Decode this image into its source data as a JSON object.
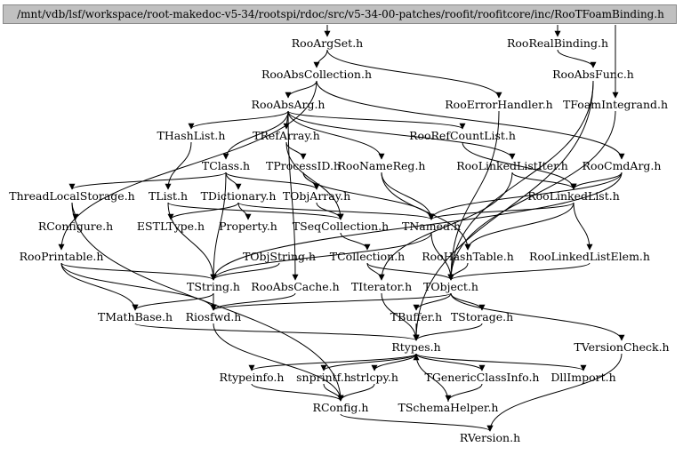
{
  "root": "/mnt/vdb/lsf/workspace/root-makedoc-v5-34/rootspi/rdoc/src/v5-34-00-patches/roofit/roofitcore/inc/RooTFoamBinding.h",
  "nodes": {
    "RooArgSet": "RooArgSet.h",
    "RooRealBinding": "RooRealBinding.h",
    "RooAbsCollection": "RooAbsCollection.h",
    "RooAbsFunc": "RooAbsFunc.h",
    "RooAbsArg": "RooAbsArg.h",
    "RooErrorHandler": "RooErrorHandler.h",
    "TFoamIntegrand": "TFoamIntegrand.h",
    "THashList": "THashList.h",
    "TRefArray": "TRefArray.h",
    "RooRefCountList": "RooRefCountList.h",
    "TClass": "TClass.h",
    "TProcessID": "TProcessID.h",
    "RooNameReg": "RooNameReg.h",
    "RooLinkedListIter": "RooLinkedListIter.h",
    "RooCmdArg": "RooCmdArg.h",
    "ThreadLocalStorage": "ThreadLocalStorage.h",
    "TList": "TList.h",
    "TDictionary": "TDictionary.h",
    "TObjArray": "TObjArray.h",
    "RooLinkedList": "RooLinkedList.h",
    "RConfigure": "RConfigure.h",
    "ESTLType": "ESTLType.h",
    "Property": "Property.h",
    "TSeqCollection": "TSeqCollection.h",
    "TNamed": "TNamed.h",
    "RooPrintable": "RooPrintable.h",
    "TObjString": "TObjString.h",
    "TCollection": "TCollection.h",
    "RooHashTable": "RooHashTable.h",
    "RooLinkedListElem": "RooLinkedListElem.h",
    "TString": "TString.h",
    "RooAbsCache": "RooAbsCache.h",
    "TIterator": "TIterator.h",
    "TObject": "TObject.h",
    "TMathBase": "TMathBase.h",
    "Riosfwd": "Riosfwd.h",
    "TBuffer": "TBuffer.h",
    "TStorage": "TStorage.h",
    "Rtypes": "Rtypes.h",
    "TVersionCheck": "TVersionCheck.h",
    "Rtypeinfo": "Rtypeinfo.h",
    "snprintf": "snprintf.h",
    "strlcpy": "strlcpy.h",
    "TGenericClassInfo": "TGenericClassInfo.h",
    "DllImport": "DllImport.h",
    "RConfig": "RConfig.h",
    "TSchemaHelper": "TSchemaHelper.h",
    "RVersion": "RVersion.h"
  },
  "edges": [
    [
      "ROOT",
      "RooArgSet"
    ],
    [
      "ROOT",
      "RooRealBinding"
    ],
    [
      "ROOT",
      "TFoamIntegrand"
    ],
    [
      "RooArgSet",
      "RooAbsCollection"
    ],
    [
      "RooArgSet",
      "RooErrorHandler"
    ],
    [
      "RooRealBinding",
      "RooAbsFunc"
    ],
    [
      "RooAbsCollection",
      "RooAbsArg"
    ],
    [
      "RooAbsCollection",
      "RooPrintable"
    ],
    [
      "RooAbsCollection",
      "RooCmdArg"
    ],
    [
      "RooAbsFunc",
      "TObject"
    ],
    [
      "RooAbsFunc",
      "Rtypes"
    ],
    [
      "RooAbsArg",
      "THashList"
    ],
    [
      "RooAbsArg",
      "TRefArray"
    ],
    [
      "RooAbsArg",
      "RooRefCountList"
    ],
    [
      "RooAbsArg",
      "TClass"
    ],
    [
      "RooAbsArg",
      "RooNameReg"
    ],
    [
      "RooAbsArg",
      "RooLinkedListIter"
    ],
    [
      "RooAbsArg",
      "RooAbsCache"
    ],
    [
      "RooErrorHandler",
      "TObject"
    ],
    [
      "TFoamIntegrand",
      "TObject"
    ],
    [
      "THashList",
      "TList"
    ],
    [
      "TRefArray",
      "TProcessID"
    ],
    [
      "TRefArray",
      "TSeqCollection"
    ],
    [
      "RooRefCountList",
      "RooLinkedList"
    ],
    [
      "TClass",
      "ThreadLocalStorage"
    ],
    [
      "TClass",
      "TDictionary"
    ],
    [
      "TClass",
      "TObjArray"
    ],
    [
      "TClass",
      "TString"
    ],
    [
      "TProcessID",
      "TNamed"
    ],
    [
      "TProcessID",
      "TObjArray"
    ],
    [
      "RooNameReg",
      "TNamed"
    ],
    [
      "RooNameReg",
      "RooHashTable"
    ],
    [
      "RooLinkedListIter",
      "RooLinkedList"
    ],
    [
      "RooLinkedListIter",
      "TIterator"
    ],
    [
      "RooCmdArg",
      "RooLinkedList"
    ],
    [
      "RooCmdArg",
      "TNamed"
    ],
    [
      "RooCmdArg",
      "TString"
    ],
    [
      "ThreadLocalStorage",
      "RConfigure"
    ],
    [
      "ThreadLocalStorage",
      "RConfig"
    ],
    [
      "TList",
      "TSeqCollection"
    ],
    [
      "TList",
      "TString"
    ],
    [
      "TDictionary",
      "ESTLType"
    ],
    [
      "TDictionary",
      "Property"
    ],
    [
      "TDictionary",
      "TNamed"
    ],
    [
      "TObjArray",
      "TSeqCollection"
    ],
    [
      "RooLinkedList",
      "RooLinkedListElem"
    ],
    [
      "RooLinkedList",
      "TNamed"
    ],
    [
      "RooLinkedList",
      "RooHashTable"
    ],
    [
      "TSeqCollection",
      "TCollection"
    ],
    [
      "TNamed",
      "TObject"
    ],
    [
      "TNamed",
      "TString"
    ],
    [
      "RooPrintable",
      "TString"
    ],
    [
      "RooPrintable",
      "TMathBase"
    ],
    [
      "RooPrintable",
      "Riosfwd"
    ],
    [
      "TObjString",
      "TString"
    ],
    [
      "TCollection",
      "TObject"
    ],
    [
      "TCollection",
      "TIterator"
    ],
    [
      "RooHashTable",
      "TObject"
    ],
    [
      "RooLinkedListElem",
      "TObject"
    ],
    [
      "TString",
      "Riosfwd"
    ],
    [
      "TString",
      "TMathBase"
    ],
    [
      "RooAbsCache",
      "Riosfwd"
    ],
    [
      "TIterator",
      "Rtypes"
    ],
    [
      "TObject",
      "Riosfwd"
    ],
    [
      "TObject",
      "TBuffer"
    ],
    [
      "TObject",
      "TStorage"
    ],
    [
      "TObject",
      "TVersionCheck"
    ],
    [
      "TMathBase",
      "Rtypes"
    ],
    [
      "Riosfwd",
      "RConfig"
    ],
    [
      "TBuffer",
      "Rtypes"
    ],
    [
      "TStorage",
      "Rtypes"
    ],
    [
      "Rtypes",
      "Rtypeinfo"
    ],
    [
      "Rtypes",
      "snprintf"
    ],
    [
      "Rtypes",
      "strlcpy"
    ],
    [
      "Rtypes",
      "TGenericClassInfo"
    ],
    [
      "Rtypes",
      "DllImport"
    ],
    [
      "Rtypeinfo",
      "RConfig"
    ],
    [
      "snprintf",
      "RConfig"
    ],
    [
      "strlcpy",
      "RConfig"
    ],
    [
      "TGenericClassInfo",
      "TSchemaHelper"
    ],
    [
      "TSchemaHelper",
      "Rtypes"
    ],
    [
      "TVersionCheck",
      "RVersion"
    ],
    [
      "RConfig",
      "RVersion"
    ]
  ]
}
